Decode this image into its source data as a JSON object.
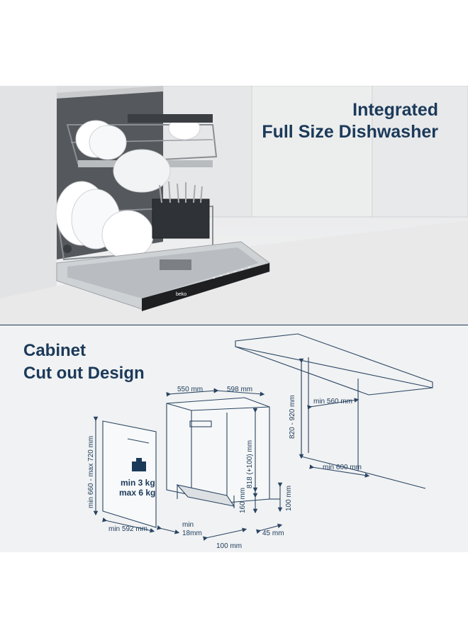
{
  "hero": {
    "title_line1": "Integrated",
    "title_line2": "Full Size Dishwasher",
    "brand_mark": "beko"
  },
  "diagram": {
    "title_line1": "Cabinet",
    "title_line2": "Cut out Design",
    "dimensions": {
      "depth": "550 mm",
      "width": "598 mm",
      "height_range": "820 - 920 mm",
      "niche_width": "min 560 mm",
      "niche_depth": "min 600 mm",
      "door_height": "min 660 - max 720 mm",
      "unit_height": "818 (+100) mm",
      "plinth_height": "160 mm",
      "plinth_adjust": "100 mm",
      "door_width": "min 592 mm",
      "door_gap_min": "min",
      "door_gap_value": "18mm",
      "plinth_depth": "100 mm",
      "plinth_setback": "45 mm"
    },
    "door_weight": {
      "min_line": "min  3 kg",
      "max_line": "max 6 kg",
      "icon": "weight-icon"
    }
  },
  "colors": {
    "accent": "#1b3a5a",
    "panel_background": "#f1f2f3",
    "line": "#2a4563"
  }
}
